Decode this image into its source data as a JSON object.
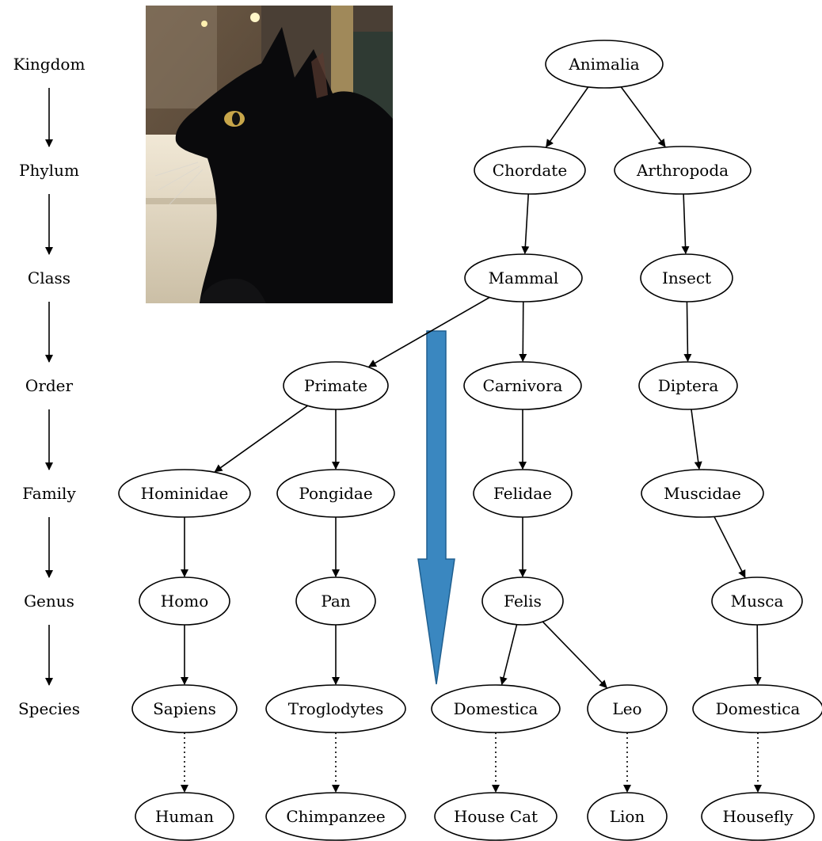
{
  "ranks": [
    {
      "id": "kingdom",
      "label": "Kingdom"
    },
    {
      "id": "phylum",
      "label": "Phylum"
    },
    {
      "id": "class",
      "label": "Class"
    },
    {
      "id": "order",
      "label": "Order"
    },
    {
      "id": "family",
      "label": "Family"
    },
    {
      "id": "genus",
      "label": "Genus"
    },
    {
      "id": "species",
      "label": "Species"
    }
  ],
  "nodes": [
    {
      "id": "animalia",
      "label": "Animalia"
    },
    {
      "id": "chordate",
      "label": "Chordate"
    },
    {
      "id": "arthropoda",
      "label": "Arthropoda"
    },
    {
      "id": "mammal",
      "label": "Mammal"
    },
    {
      "id": "insect",
      "label": "Insect"
    },
    {
      "id": "primate",
      "label": "Primate"
    },
    {
      "id": "carnivora",
      "label": "Carnivora"
    },
    {
      "id": "diptera",
      "label": "Diptera"
    },
    {
      "id": "hominidae",
      "label": "Hominidae"
    },
    {
      "id": "pongidae",
      "label": "Pongidae"
    },
    {
      "id": "felidae",
      "label": "Felidae"
    },
    {
      "id": "muscidae",
      "label": "Muscidae"
    },
    {
      "id": "homo",
      "label": "Homo"
    },
    {
      "id": "pan",
      "label": "Pan"
    },
    {
      "id": "felis",
      "label": "Felis"
    },
    {
      "id": "musca",
      "label": "Musca"
    },
    {
      "id": "sapiens",
      "label": "Sapiens"
    },
    {
      "id": "troglodytes",
      "label": "Troglodytes"
    },
    {
      "id": "domestica-cat",
      "label": "Domestica"
    },
    {
      "id": "leo",
      "label": "Leo"
    },
    {
      "id": "domestica-fly",
      "label": "Domestica"
    },
    {
      "id": "human",
      "label": "Human"
    },
    {
      "id": "chimpanzee",
      "label": "Chimpanzee"
    },
    {
      "id": "house-cat",
      "label": "House Cat"
    },
    {
      "id": "lion",
      "label": "Lion"
    },
    {
      "id": "housefly",
      "label": "Housefly"
    }
  ],
  "edges": [
    {
      "from": "animalia",
      "to": "chordate",
      "style": "solid"
    },
    {
      "from": "animalia",
      "to": "arthropoda",
      "style": "solid"
    },
    {
      "from": "chordate",
      "to": "mammal",
      "style": "solid"
    },
    {
      "from": "arthropoda",
      "to": "insect",
      "style": "solid"
    },
    {
      "from": "mammal",
      "to": "primate",
      "style": "solid"
    },
    {
      "from": "mammal",
      "to": "carnivora",
      "style": "solid"
    },
    {
      "from": "insect",
      "to": "diptera",
      "style": "solid"
    },
    {
      "from": "primate",
      "to": "hominidae",
      "style": "solid"
    },
    {
      "from": "primate",
      "to": "pongidae",
      "style": "solid"
    },
    {
      "from": "carnivora",
      "to": "felidae",
      "style": "solid"
    },
    {
      "from": "diptera",
      "to": "muscidae",
      "style": "solid"
    },
    {
      "from": "hominidae",
      "to": "homo",
      "style": "solid"
    },
    {
      "from": "pongidae",
      "to": "pan",
      "style": "solid"
    },
    {
      "from": "felidae",
      "to": "felis",
      "style": "solid"
    },
    {
      "from": "muscidae",
      "to": "musca",
      "style": "solid"
    },
    {
      "from": "homo",
      "to": "sapiens",
      "style": "solid"
    },
    {
      "from": "pan",
      "to": "troglodytes",
      "style": "solid"
    },
    {
      "from": "felis",
      "to": "domestica-cat",
      "style": "solid"
    },
    {
      "from": "felis",
      "to": "leo",
      "style": "solid"
    },
    {
      "from": "musca",
      "to": "domestica-fly",
      "style": "solid"
    },
    {
      "from": "sapiens",
      "to": "human",
      "style": "dotted"
    },
    {
      "from": "troglodytes",
      "to": "chimpanzee",
      "style": "dotted"
    },
    {
      "from": "domestica-cat",
      "to": "house-cat",
      "style": "dotted"
    },
    {
      "from": "leo",
      "to": "lion",
      "style": "dotted"
    },
    {
      "from": "domestica-fly",
      "to": "housefly",
      "style": "dotted"
    }
  ],
  "colors": {
    "big_arrow": "#3a87c0",
    "stroke": "#000000",
    "photo_background": "#5b4a3a",
    "cat": "#0a0a0c"
  }
}
